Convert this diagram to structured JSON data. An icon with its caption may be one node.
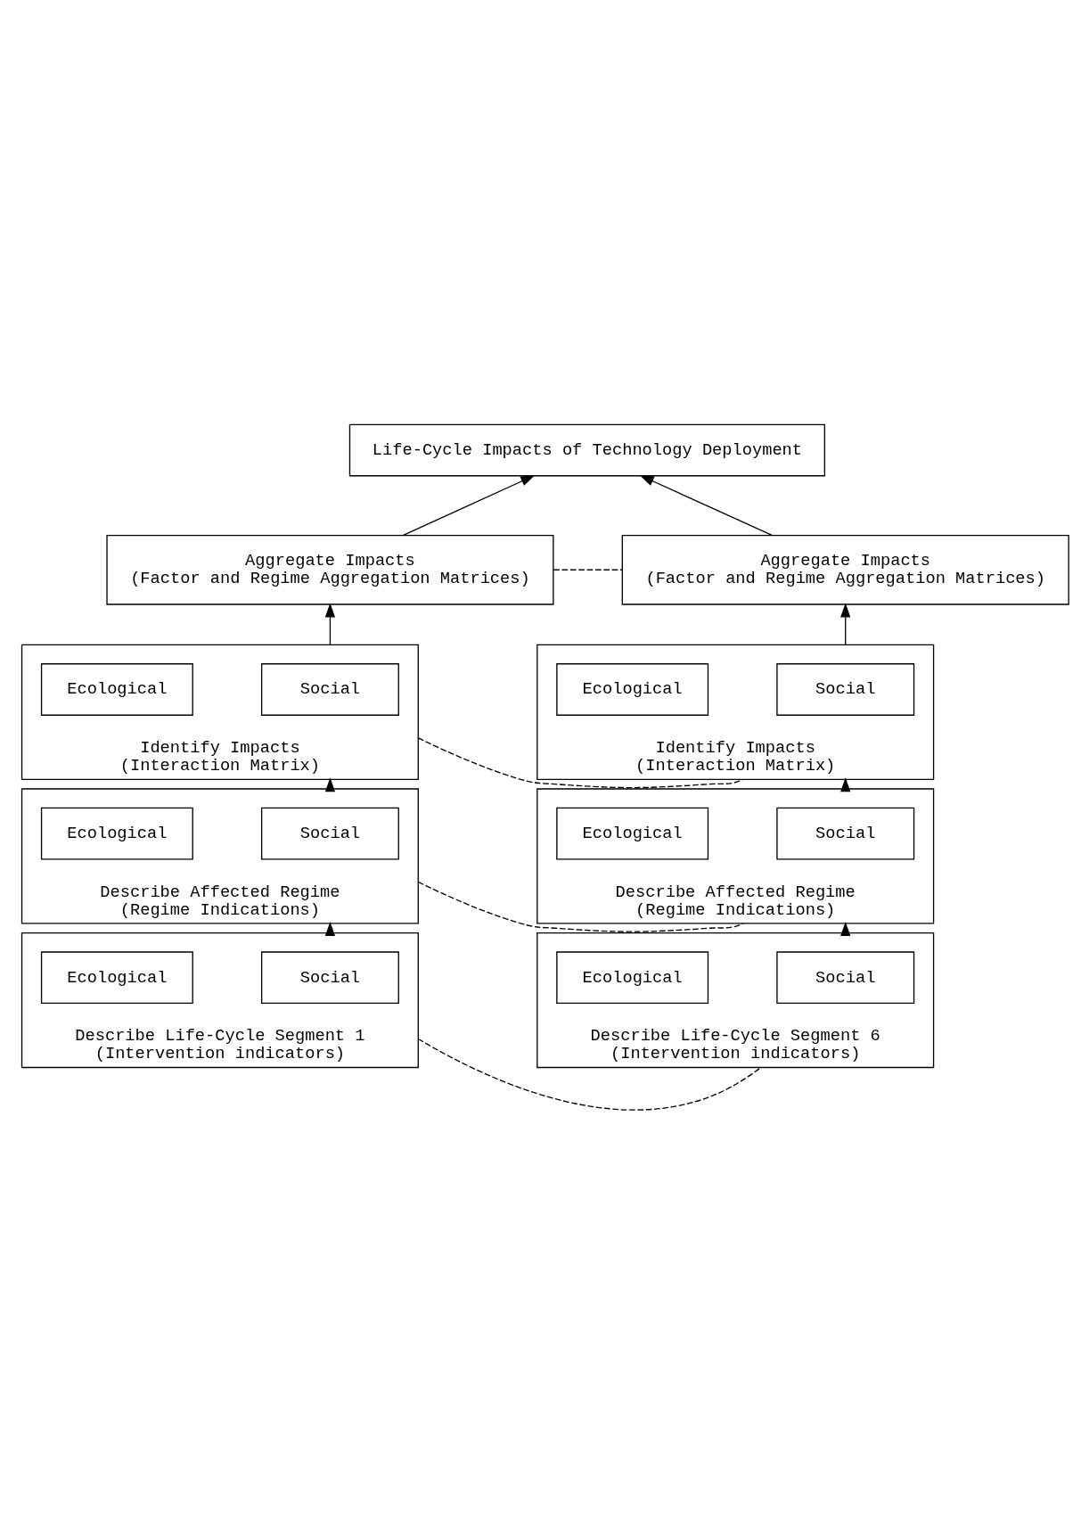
{
  "diagram": {
    "nodes": [
      {
        "text": [
          "Life-Cycle Impacts of Technology Deployment"
        ]
      },
      {
        "text": [
          "Aggregate Impacts",
          "(Factor and Regime Aggregation Matrices)"
        ]
      },
      {
        "text": [
          "Identify Impacts",
          "(Interaction Matrix)"
        ]
      },
      {
        "text": [
          "Social"
        ],
        "in": 2
      },
      {
        "text": [
          "Ecological"
        ],
        "in": 2
      },
      {
        "text": [
          "Describe Affected Regime",
          "(Regime Indications)"
        ]
      },
      {
        "text": [
          "Social"
        ],
        "in": 5
      },
      {
        "text": [
          "Ecological"
        ],
        "in": 5
      },
      {
        "text": [
          "Describe Life-Cycle Segment 1",
          "(Intervention indicators)"
        ]
      },
      {
        "text": [
          "Social"
        ],
        "in": 8
      },
      {
        "text": [
          "Ecological"
        ],
        "in": 8
      },
      {
        "text": [
          "Aggregate Impacts",
          "(Factor and Regime Aggregation Matrices)"
        ]
      },
      {
        "text": [
          "Identify Impacts",
          "(Interaction Matrix)"
        ]
      },
      {
        "text": [
          "Social"
        ],
        "in": 12
      },
      {
        "text": [
          "Ecological"
        ],
        "in": 12
      },
      {
        "text": [
          "Describe Affected Regime",
          "(Regime Indications)"
        ]
      },
      {
        "text": [
          "Social"
        ],
        "in": 15
      },
      {
        "text": [
          "Ecological"
        ],
        "in": 15
      },
      {
        "text": [
          "Describe Life-Cycle Segment 6",
          "(Intervention indicators)"
        ]
      },
      {
        "text": [
          "Social"
        ],
        "in": 18
      },
      {
        "text": [
          "Ecological"
        ],
        "in": 18
      }
    ],
    "edges": [
      {
        "from": 1,
        "to": 0,
        "arrow": "to"
      },
      {
        "from": 11,
        "to": 0,
        "arrow": "to"
      },
      {
        "from": 1,
        "to": 11,
        "arrow": "none",
        "style": "dashed"
      },
      {
        "from": 2,
        "to": 1,
        "arrow": "to"
      },
      {
        "from": 12,
        "to": 11,
        "arrow": "to"
      },
      {
        "from": 2,
        "to": 12,
        "arrow": "none",
        "style": "dashed"
      },
      {
        "from": 5,
        "to": 2,
        "arrow": "to"
      },
      {
        "from": 15,
        "to": 12,
        "arrow": "to"
      },
      {
        "from": 5,
        "to": 15,
        "arrow": "none",
        "style": "dashed"
      },
      {
        "from": 8,
        "to": 5,
        "arrow": "to"
      },
      {
        "from": 18,
        "to": 15,
        "arrow": "to"
      },
      {
        "from": 8,
        "to": 18,
        "arrow": "none",
        "style": "dashed"
      }
    ]
  }
}
